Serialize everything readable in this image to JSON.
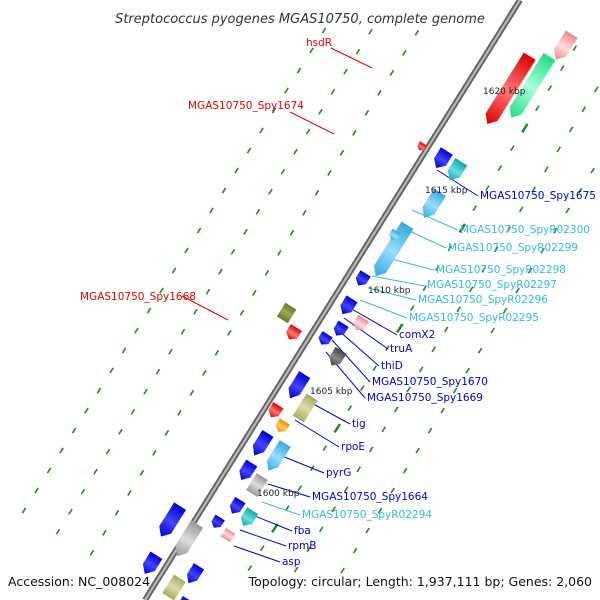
{
  "header": {
    "title": "Streptococcus pyogenes MGAS10750, complete genome"
  },
  "footer": {
    "accession": "Accession: NC_008024",
    "summary": "Topology: circular; Length: 1,937,111 bp; Genes: 2,060"
  },
  "colors": {
    "backbone": "#8a8a8a",
    "forward_gene": "#0000dd",
    "ncrna_gene": "#44bbee",
    "highlight_gene": "#ee1111",
    "tick": "#228822",
    "label_blue": "#0000cc",
    "label_cyan": "#33bbdd",
    "label_red": "#dd0000"
  },
  "scale_labels": [
    "1620 kbp",
    "1615 kbp",
    "1610 kbp",
    "1605 kbp",
    "1600 kbp"
  ],
  "gene_labels": [
    {
      "text": "hsdR",
      "color": "red"
    },
    {
      "text": "MGAS10750_Spy1674",
      "color": "red"
    },
    {
      "text": "MGAS10750_Spy1668",
      "color": "red"
    },
    {
      "text": "MGAS10750_Spy1675",
      "color": "blue"
    },
    {
      "text": "MGAS10750_SpyR02300",
      "color": "cyan"
    },
    {
      "text": "MGAS10750_SpyR02299",
      "color": "cyan"
    },
    {
      "text": "MGAS10750_SpyR02298",
      "color": "cyan"
    },
    {
      "text": "MGAS10750_SpyR02297",
      "color": "cyan"
    },
    {
      "text": "MGAS10750_SpyR02296",
      "color": "cyan"
    },
    {
      "text": "MGAS10750_SpyR02295",
      "color": "cyan"
    },
    {
      "text": "comX2",
      "color": "blue"
    },
    {
      "text": "truA",
      "color": "blue"
    },
    {
      "text": "thiD",
      "color": "blue"
    },
    {
      "text": "MGAS10750_Spy1670",
      "color": "blue"
    },
    {
      "text": "MGAS10750_Spy1669",
      "color": "blue"
    },
    {
      "text": "tig",
      "color": "blue"
    },
    {
      "text": "rpoE",
      "color": "blue"
    },
    {
      "text": "pyrG",
      "color": "blue"
    },
    {
      "text": "MGAS10750_Spy1664",
      "color": "blue"
    },
    {
      "text": "MGAS10750_SpyR02294",
      "color": "cyan"
    },
    {
      "text": "fba",
      "color": "blue"
    },
    {
      "text": "rpmB",
      "color": "blue"
    },
    {
      "text": "asp",
      "color": "blue"
    }
  ]
}
